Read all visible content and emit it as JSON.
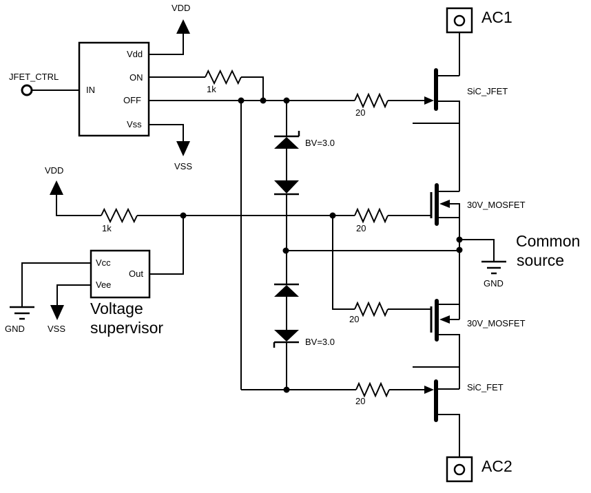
{
  "colors": {
    "line": "#000000",
    "text": "#000000",
    "background": "#ffffff"
  },
  "driver_ic": {
    "pin_in": "IN",
    "pin_vdd": "Vdd",
    "pin_on": "ON",
    "pin_off": "OFF",
    "pin_vss": "Vss"
  },
  "supervisor": {
    "pin_vcc": "Vcc",
    "pin_vee": "Vee",
    "pin_out": "Out",
    "caption_line1": "Voltage",
    "caption_line2": "supervisor"
  },
  "terminals": {
    "input": "JFET_CTRL",
    "top": "AC1",
    "bottom": "AC2"
  },
  "power": {
    "vdd_top": "VDD",
    "vss_top": "VSS",
    "vdd_left": "VDD",
    "vss_left": "VSS",
    "gnd_left": "GND",
    "gnd_common": "GND"
  },
  "resistors": {
    "r_on": "1k",
    "r_supervisor": "1k",
    "r_off": "20",
    "r_gate_top_mosfet": "20",
    "r_gate_bottom_mosfet": "20",
    "r_gate_sic_fet": "20"
  },
  "zeners": {
    "top_pair_bv": "BV=3.0",
    "bottom_pair_bv": "BV=3.0"
  },
  "transistors": {
    "top_jfet": "SiC_JFET",
    "top_mosfet": "30V_MOSFET",
    "bottom_mosfet": "30V_MOSFET",
    "bottom_jfet": "SiC_FET"
  },
  "nets": {
    "common_source_line1": "Common",
    "common_source_line2": "source"
  }
}
